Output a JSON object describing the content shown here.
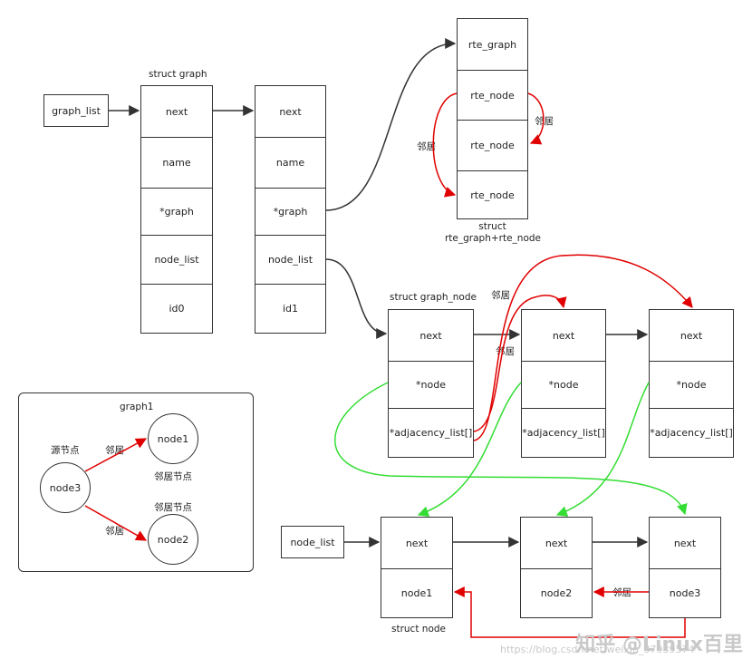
{
  "graph_list_label": "graph_list",
  "struct_graph_label": "struct graph",
  "graph0_fields": [
    "next",
    "name",
    "*graph",
    "node_list",
    "id0"
  ],
  "graph1_fields": [
    "next",
    "name",
    "*graph",
    "node_list",
    "id1"
  ],
  "rte_fields": [
    "rte_graph",
    "rte_node",
    "rte_node",
    "rte_node"
  ],
  "rte_caption_line1": "struct",
  "rte_caption_line2": "rte_graph+rte_node",
  "neighbor": "邻居",
  "struct_graph_node_label": "struct graph_node",
  "gn0_fields": [
    "next",
    "*node",
    "*adjacency_list[]"
  ],
  "gn1_fields": [
    "next",
    "*node",
    "*adjacency_list[]"
  ],
  "gn2_fields": [
    "next",
    "*node",
    "*adjacency_list[]"
  ],
  "node_list_label": "node_list",
  "sn0_fields": [
    "next",
    "node1"
  ],
  "sn1_fields": [
    "next",
    "node2"
  ],
  "sn2_fields": [
    "next",
    "node3"
  ],
  "struct_node_label": "struct node",
  "graph1_panel": {
    "title": "graph1",
    "source_label": "源节点",
    "node3": "node3",
    "node1": "node1",
    "node2": "node2",
    "neighbor_node_label_1": "邻居节点",
    "neighbor_node_label_2": "邻居节点",
    "edge_label_1": "邻居",
    "edge_label_2": "邻居"
  },
  "watermark": "知乎 @Linux百里",
  "watermark_url": "https://blog.csdn.net/weixin_37939574",
  "colors": {
    "arrow": "#333333",
    "red": "#e00000",
    "green": "#33dd33"
  }
}
